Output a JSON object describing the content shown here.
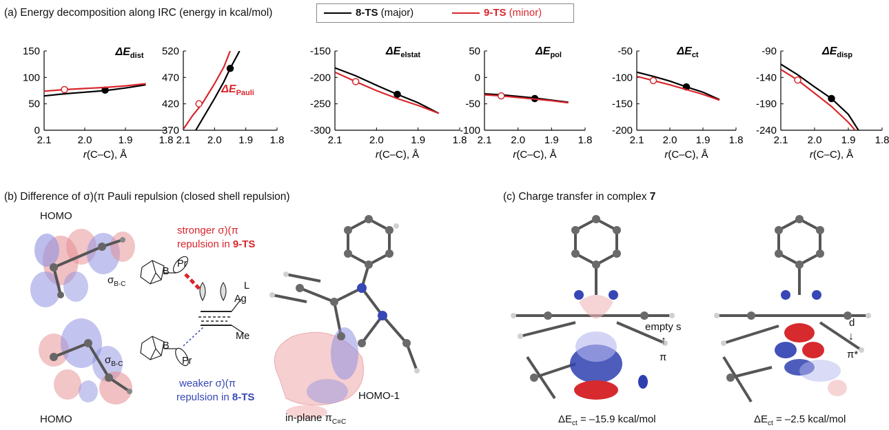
{
  "section_a": {
    "title": "(a) Energy decomposition along IRC (energy in kcal/mol)",
    "legend": {
      "major_bold": "8-TS",
      "major_rest": " (major)",
      "major_color": "#000000",
      "minor_bold": "9-TS",
      "minor_rest": " (minor)",
      "minor_color": "#d8262b"
    }
  },
  "chart_data": [
    {
      "type": "line",
      "id": "dist",
      "title_main": "ΔE",
      "title_sub": "dist",
      "title_color": "#000000",
      "xlabel_pre": "r",
      "xlabel_rest": "(C–C), Å",
      "xlim": [
        2.1,
        1.8
      ],
      "x_ticks": [
        "2.1",
        "2.0",
        "1.9",
        "1.8"
      ],
      "ylim": [
        0,
        150
      ],
      "y_ticks": [
        "0",
        "50",
        "100",
        "150"
      ],
      "series": [
        {
          "color": "#000000",
          "x": [
            2.1,
            2.05,
            2.0,
            1.95,
            1.9,
            1.85
          ],
          "y": [
            65,
            69,
            72,
            75,
            80,
            86
          ],
          "marker": {
            "x": 1.95,
            "y": 76,
            "fill": "#000000"
          }
        },
        {
          "color": "#d8262b",
          "x": [
            2.1,
            2.05,
            2.0,
            1.95,
            1.9,
            1.85
          ],
          "y": [
            74,
            77,
            79,
            81,
            84,
            88
          ],
          "marker": {
            "x": 2.05,
            "y": 77,
            "fill": "#ffffff"
          }
        }
      ]
    },
    {
      "type": "line",
      "id": "pauli",
      "title_main": "ΔE",
      "title_sub": "Pauli",
      "title_color": "#d8262b",
      "xlabel_pre": "",
      "xlabel_rest": "",
      "xlim": [
        2.1,
        1.8
      ],
      "x_ticks": [
        "2.1",
        "2.0",
        "1.9",
        "1.8"
      ],
      "ylim": [
        370,
        520
      ],
      "y_ticks": [
        "370",
        "420",
        "470",
        "520"
      ],
      "series": [
        {
          "color": "#000000",
          "x": [
            2.06,
            2.03,
            2.0,
            1.97,
            1.95,
            1.92
          ],
          "y": [
            370,
            400,
            430,
            462,
            487,
            520
          ],
          "marker": {
            "x": 1.95,
            "y": 487,
            "fill": "#000000"
          }
        },
        {
          "color": "#d8262b",
          "x": [
            2.1,
            2.07,
            2.04,
            2.0,
            1.97,
            1.95
          ],
          "y": [
            372,
            398,
            420,
            458,
            490,
            520
          ],
          "marker": {
            "x": 2.05,
            "y": 420,
            "fill": "#ffffff"
          }
        }
      ]
    },
    {
      "type": "line",
      "id": "elstat",
      "title_main": "ΔE",
      "title_sub": "elstat",
      "title_color": "#000000",
      "xlabel_pre": "r",
      "xlabel_rest": "(C–C), Å",
      "xlim": [
        2.1,
        1.8
      ],
      "x_ticks": [
        "2.1",
        "2.0",
        "1.9",
        "1.8"
      ],
      "ylim": [
        -300,
        -150
      ],
      "y_ticks": [
        "-300",
        "-250",
        "-200",
        "-150"
      ],
      "series": [
        {
          "color": "#000000",
          "x": [
            2.1,
            2.05,
            2.0,
            1.95,
            1.9,
            1.85
          ],
          "y": [
            -182,
            -197,
            -215,
            -232,
            -248,
            -268
          ],
          "marker": {
            "x": 1.95,
            "y": -232,
            "fill": "#000000"
          }
        },
        {
          "color": "#d8262b",
          "x": [
            2.1,
            2.05,
            2.0,
            1.95,
            1.9,
            1.85
          ],
          "y": [
            -190,
            -208,
            -225,
            -240,
            -253,
            -268
          ],
          "marker": {
            "x": 2.05,
            "y": -208,
            "fill": "#ffffff"
          }
        }
      ]
    },
    {
      "type": "line",
      "id": "pol",
      "title_main": "ΔE",
      "title_sub": "pol",
      "title_color": "#000000",
      "xlabel_pre": "r",
      "xlabel_rest": "(C–C), Å",
      "xlim": [
        2.1,
        1.8
      ],
      "x_ticks": [
        "2.1",
        "2.0",
        "1.9",
        "1.8"
      ],
      "ylim": [
        -100,
        50
      ],
      "y_ticks": [
        "-100",
        "-50",
        "0",
        "50"
      ],
      "series": [
        {
          "color": "#000000",
          "x": [
            2.1,
            2.05,
            2.0,
            1.95,
            1.9,
            1.85
          ],
          "y": [
            -31,
            -33,
            -36,
            -39,
            -43,
            -47
          ],
          "marker": {
            "x": 1.95,
            "y": -40,
            "fill": "#000000"
          }
        },
        {
          "color": "#d8262b",
          "x": [
            2.1,
            2.05,
            2.0,
            1.95,
            1.9,
            1.85
          ],
          "y": [
            -33,
            -35,
            -38,
            -41,
            -44,
            -48
          ],
          "marker": {
            "x": 2.05,
            "y": -35,
            "fill": "#ffffff"
          }
        }
      ]
    },
    {
      "type": "line",
      "id": "ct",
      "title_main": "ΔE",
      "title_sub": "ct",
      "title_color": "#000000",
      "xlabel_pre": "r",
      "xlabel_rest": "(C–C), Å",
      "xlim": [
        2.1,
        1.8
      ],
      "x_ticks": [
        "2.1",
        "2.0",
        "1.9",
        "1.8"
      ],
      "ylim": [
        -200,
        -50
      ],
      "y_ticks": [
        "-200",
        "-150",
        "-100",
        "-50"
      ],
      "series": [
        {
          "color": "#000000",
          "x": [
            2.1,
            2.05,
            2.0,
            1.95,
            1.9,
            1.85
          ],
          "y": [
            -90,
            -98,
            -107,
            -118,
            -128,
            -142
          ],
          "marker": {
            "x": 1.95,
            "y": -118,
            "fill": "#000000"
          }
        },
        {
          "color": "#d8262b",
          "x": [
            2.1,
            2.05,
            2.0,
            1.95,
            1.9,
            1.85
          ],
          "y": [
            -98,
            -106,
            -114,
            -123,
            -132,
            -143
          ],
          "marker": {
            "x": 2.05,
            "y": -106,
            "fill": "#ffffff"
          }
        }
      ]
    },
    {
      "type": "line",
      "id": "disp",
      "title_main": "ΔE",
      "title_sub": "disp",
      "title_color": "#000000",
      "xlabel_pre": "r",
      "xlabel_rest": "(C–C), Å",
      "xlim": [
        2.1,
        1.8
      ],
      "x_ticks": [
        "2.1",
        "2.0",
        "1.9",
        "1.8"
      ],
      "ylim": [
        -240,
        -90
      ],
      "y_ticks": [
        "-240",
        "-190",
        "-140",
        "-90"
      ],
      "series": [
        {
          "color": "#000000",
          "x": [
            2.1,
            2.05,
            2.0,
            1.95,
            1.9,
            1.87
          ],
          "y": [
            -115,
            -135,
            -158,
            -180,
            -210,
            -240
          ],
          "marker": {
            "x": 1.95,
            "y": -180,
            "fill": "#000000"
          }
        },
        {
          "color": "#d8262b",
          "x": [
            2.1,
            2.05,
            2.0,
            1.95,
            1.9,
            1.88
          ],
          "y": [
            -125,
            -145,
            -170,
            -195,
            -225,
            -240
          ],
          "marker": {
            "x": 2.05,
            "y": -145,
            "fill": "#ffffff"
          }
        }
      ]
    }
  ],
  "section_b": {
    "title": "(b) Difference of σ)(π Pauli repulsion (closed shell repulsion)",
    "homo_top": "HOMO",
    "homo_bottom": "HOMO",
    "sigma_main": "σ",
    "sigma_sub": "B-C",
    "stronger_l1": "stronger σ)(π",
    "stronger_l2_pre": "repulsion in ",
    "stronger_l2_bold": "9-TS",
    "weaker_l1": "weaker σ)(π",
    "weaker_l2_pre": "repulsion in ",
    "weaker_l2_bold": "8-TS",
    "atom_pr": "Pr",
    "atom_b": "B",
    "atom_l": "L",
    "atom_ag": "Ag",
    "atom_me": "Me",
    "homo1": "HOMO-1",
    "inplane_pre": "in-plane π",
    "inplane_sub": "C≡C"
  },
  "section_c": {
    "title_pre": "(c) Charge transfer in complex ",
    "title_bold": "7",
    "empty_s": "empty s",
    "pi": "π",
    "d": "d",
    "pi_star": "π*",
    "ect_main": "ΔE",
    "ect_sub": "ct",
    "ect1_val": " = –15.9 kcal/mol",
    "ect2_val": " = –2.5 kcal/mol"
  }
}
